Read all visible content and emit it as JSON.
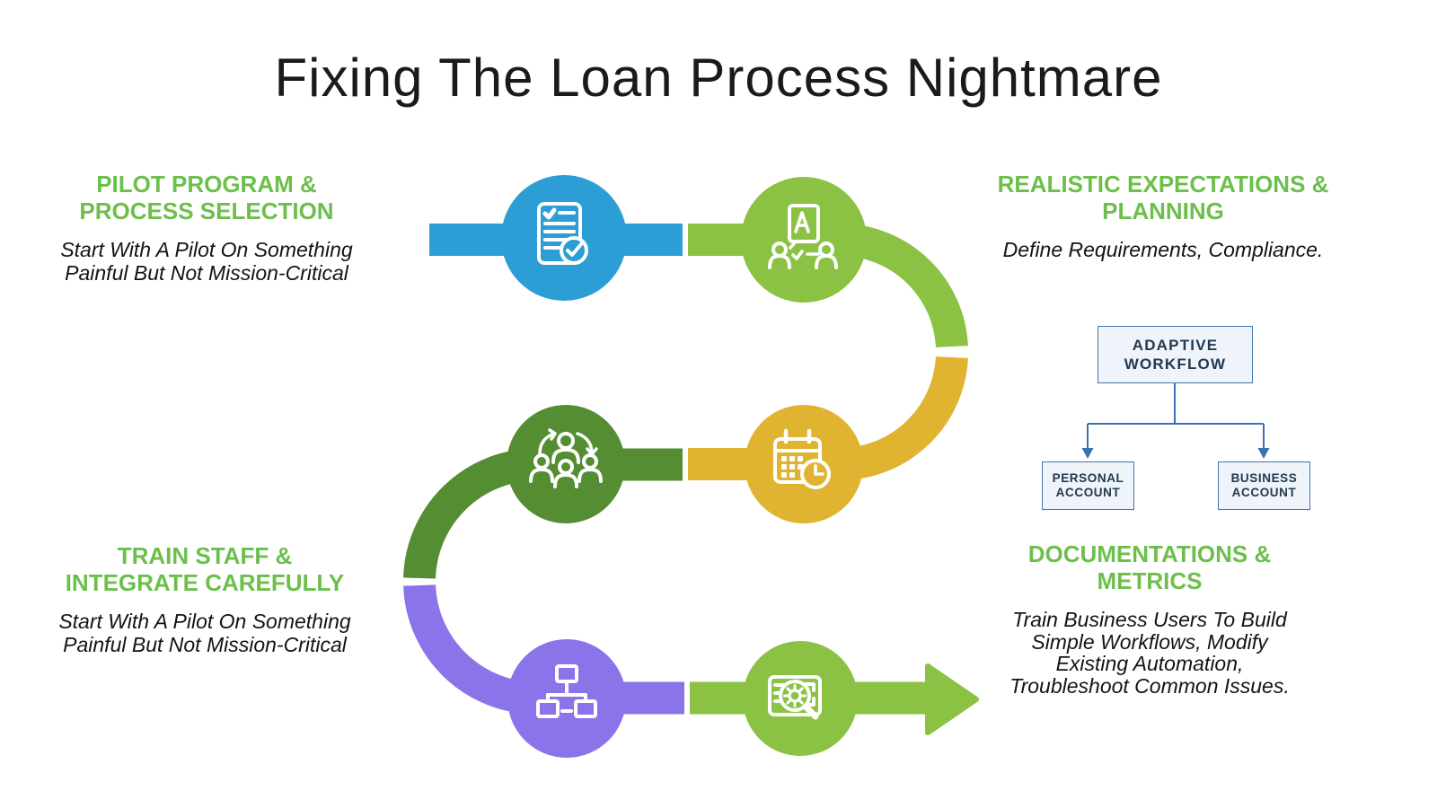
{
  "title": "Fixing The Loan Process Nightmare",
  "sections": {
    "pilot_program": {
      "heading": [
        "PILOT PROGRAM &",
        "PROCESS SELECTION"
      ],
      "body": [
        "Start With A Pilot On Something",
        "Painful But Not Mission-Critical"
      ]
    },
    "realistic_expectations": {
      "heading": [
        "REALISTIC EXPECTATIONS &",
        "PLANNING"
      ],
      "body": [
        "Define Requirements, Compliance."
      ]
    },
    "train_staff": {
      "heading": [
        "TRAIN STAFF &",
        "INTEGRATE CAREFULLY"
      ],
      "body": [
        "Start With A Pilot On Something",
        "Painful But Not Mission-Critical"
      ]
    },
    "documentations": {
      "heading": [
        "DOCUMENTATIONS &",
        "METRICS"
      ],
      "body": [
        "Train Business Users To Build",
        "Simple Workflows, Modify",
        "Existing Automation,",
        "Troubleshoot Common Issues."
      ]
    }
  },
  "flowchart": {
    "root": [
      "ADAPTIVE",
      "WORKFLOW"
    ],
    "children": [
      [
        "PERSONAL",
        "ACCOUNT"
      ],
      [
        "BUSINESS",
        "ACCOUNT"
      ]
    ]
  },
  "flow_icons": [
    {
      "name": "checklist-document-icon",
      "color": "#2D9ED5"
    },
    {
      "name": "training-presentation-icon",
      "color": "#8BC243"
    },
    {
      "name": "calendar-clock-icon",
      "color": "#E0B430"
    },
    {
      "name": "team-collaboration-icon",
      "color": "#558D33"
    },
    {
      "name": "org-chart-icon",
      "color": "#8B74E9"
    },
    {
      "name": "process-review-search-icon",
      "color": "#8BC243"
    }
  ],
  "colors": {
    "heading_green": "#6CBF4B",
    "flow_blue": "#2D9ED5",
    "flow_light_green": "#8BC243",
    "flow_yellow": "#E0B430",
    "flow_dark_green": "#558D33",
    "flow_purple": "#8B74E9",
    "flowchart_border": "#3F76B3",
    "flowchart_fill": "#EEF4FA",
    "flowchart_text": "#22394E",
    "body_text": "#141414"
  }
}
